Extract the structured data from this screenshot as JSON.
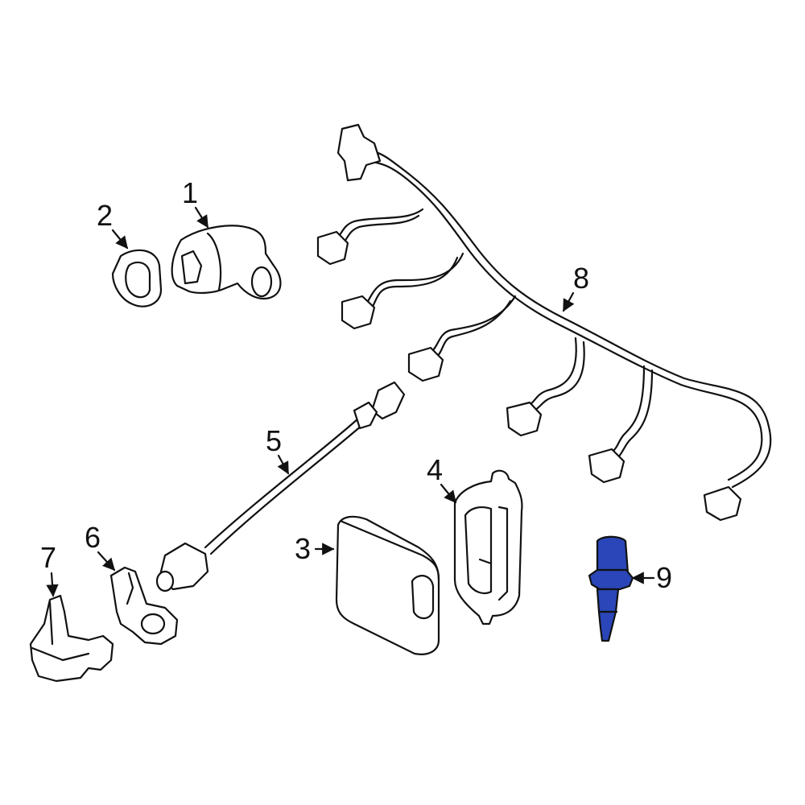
{
  "callouts": [
    {
      "id": "1",
      "label": "1"
    },
    {
      "id": "2",
      "label": "2"
    },
    {
      "id": "3",
      "label": "3"
    },
    {
      "id": "4",
      "label": "4"
    },
    {
      "id": "5",
      "label": "5"
    },
    {
      "id": "6",
      "label": "6"
    },
    {
      "id": "7",
      "label": "7"
    },
    {
      "id": "8",
      "label": "8"
    },
    {
      "id": "9",
      "label": "9"
    }
  ],
  "colors": {
    "highlight_part": "#2a46b8",
    "line": "#111111",
    "background": "#ffffff"
  },
  "highlighted_callout": "9"
}
